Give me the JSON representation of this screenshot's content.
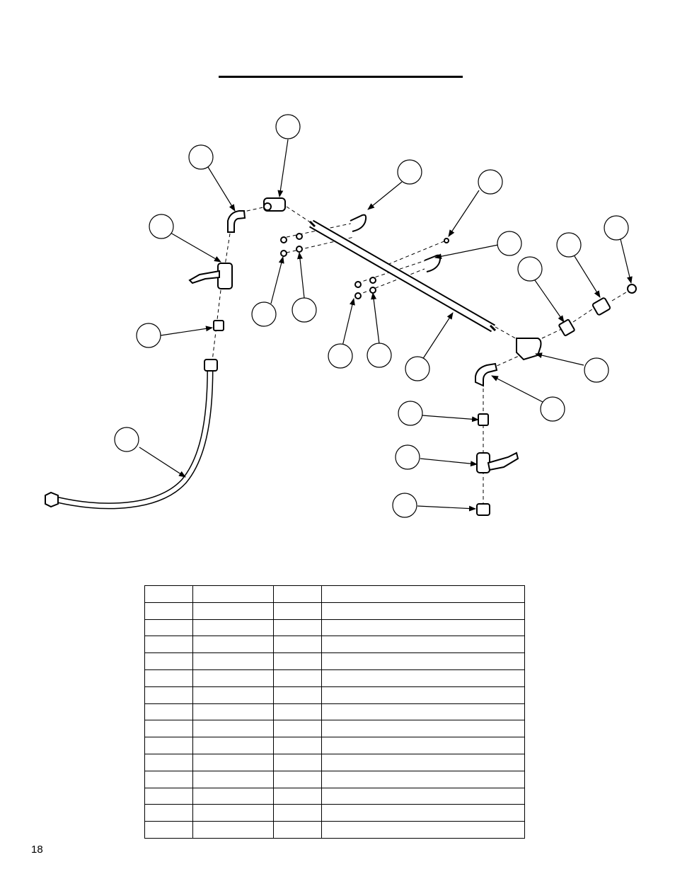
{
  "page": {
    "number": "18"
  },
  "parts_table": {
    "columns": 4,
    "rows": [
      [
        "",
        "",
        "",
        ""
      ],
      [
        "",
        "",
        "",
        ""
      ],
      [
        "",
        "",
        "",
        ""
      ],
      [
        "",
        "",
        "",
        ""
      ],
      [
        "",
        "",
        "",
        ""
      ],
      [
        "",
        "",
        "",
        ""
      ],
      [
        "",
        "",
        "",
        ""
      ],
      [
        "",
        "",
        "",
        ""
      ],
      [
        "",
        "",
        "",
        ""
      ],
      [
        "",
        "",
        "",
        ""
      ],
      [
        "",
        "",
        "",
        ""
      ],
      [
        "",
        "",
        "",
        ""
      ],
      [
        "",
        "",
        "",
        ""
      ],
      [
        "",
        "",
        "",
        ""
      ],
      [
        "",
        "",
        "",
        ""
      ]
    ]
  },
  "diagram": {
    "callouts": [
      {
        "name": "callout-nipple-left",
        "label": ""
      },
      {
        "name": "callout-valve-left",
        "label": ""
      },
      {
        "name": "callout-elbow-left",
        "label": ""
      },
      {
        "name": "callout-street-elbow",
        "label": ""
      },
      {
        "name": "callout-ubolt-upper",
        "label": ""
      },
      {
        "name": "callout-washer-right",
        "label": ""
      },
      {
        "name": "callout-ubolt-lower",
        "label": ""
      },
      {
        "name": "callout-nut-upper",
        "label": ""
      },
      {
        "name": "callout-washer-upper",
        "label": ""
      },
      {
        "name": "callout-nut-lower",
        "label": ""
      },
      {
        "name": "callout-washer-lower",
        "label": ""
      },
      {
        "name": "callout-pipe",
        "label": ""
      },
      {
        "name": "callout-coupling",
        "label": ""
      },
      {
        "name": "callout-reducer",
        "label": ""
      },
      {
        "name": "callout-cap",
        "label": ""
      },
      {
        "name": "callout-tee",
        "label": ""
      },
      {
        "name": "callout-elbow-right",
        "label": ""
      },
      {
        "name": "callout-nipple-right",
        "label": ""
      },
      {
        "name": "callout-valve-right",
        "label": ""
      },
      {
        "name": "callout-adapter-right",
        "label": ""
      },
      {
        "name": "callout-hose",
        "label": ""
      }
    ]
  }
}
